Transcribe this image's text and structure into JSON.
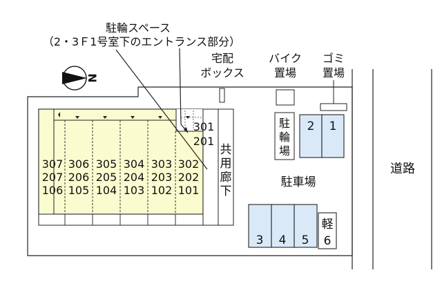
{
  "labels": {
    "bike_space_line1": "駐輪スペース",
    "bike_space_line2": "（2・3Ｆ1号室下のエントランス部分）",
    "delivery_box_1": "宅配",
    "delivery_box_2": "ボックス",
    "bike_park_1": "バイク",
    "bike_park_2": "置場",
    "garbage_1": "ゴミ",
    "garbage_2": "置場",
    "bicycle_parking": [
      "駐",
      "輪",
      "場"
    ],
    "corridor": [
      "共",
      "用",
      "廊",
      "下"
    ],
    "parking_lot": "駐車場",
    "road": "道路",
    "compass": "N",
    "room_301": "301",
    "room_201": "201"
  },
  "units": {
    "floor3": [
      "307",
      "306",
      "305",
      "304",
      "303",
      "302"
    ],
    "floor2": [
      "207",
      "206",
      "205",
      "204",
      "203",
      "202"
    ],
    "floor1": [
      "106",
      "105",
      "104",
      "103",
      "102",
      "101"
    ]
  },
  "parking_spaces": {
    "top": [
      "2",
      "1"
    ],
    "bottom": [
      "3",
      "4",
      "5"
    ],
    "kei_1": "軽",
    "kei_2": "6"
  },
  "colors": {
    "building_fill": "#fbfbd0",
    "parking_fill": "#d9e9f7",
    "line": "#222222"
  }
}
